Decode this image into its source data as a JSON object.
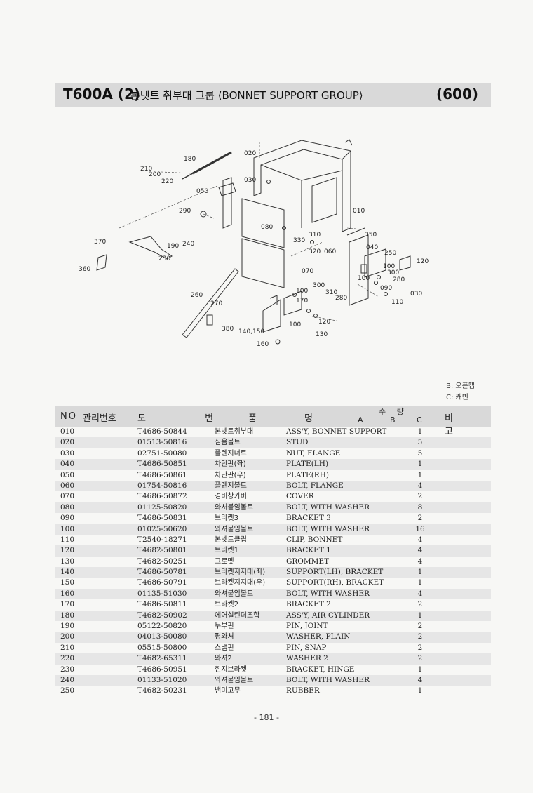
{
  "header": {
    "model": "T600A (2)",
    "title_ko": "본넷트 취부대 그룹  ⟨BONNET SUPPORT GROUP⟩",
    "code": "(600)"
  },
  "diagram": {
    "callouts": [
      {
        "id": "c010",
        "text": "010"
      },
      {
        "id": "c020",
        "text": "020"
      },
      {
        "id": "c030",
        "text": "030"
      },
      {
        "id": "c040",
        "text": "040"
      },
      {
        "id": "c050",
        "text": "050"
      },
      {
        "id": "c060",
        "text": "060"
      },
      {
        "id": "c070",
        "text": "070"
      },
      {
        "id": "c080",
        "text": "080"
      },
      {
        "id": "c090",
        "text": "090"
      },
      {
        "id": "c100a",
        "text": "100"
      },
      {
        "id": "c100b",
        "text": "100"
      },
      {
        "id": "c100c",
        "text": "100"
      },
      {
        "id": "c100d",
        "text": "100"
      },
      {
        "id": "c110",
        "text": "110"
      },
      {
        "id": "c120a",
        "text": "120"
      },
      {
        "id": "c120b",
        "text": "120"
      },
      {
        "id": "c130",
        "text": "130"
      },
      {
        "id": "c140",
        "text": "140,150"
      },
      {
        "id": "c160",
        "text": "160"
      },
      {
        "id": "c170",
        "text": "170"
      },
      {
        "id": "c180",
        "text": "180"
      },
      {
        "id": "c190",
        "text": "190"
      },
      {
        "id": "c200",
        "text": "200"
      },
      {
        "id": "c210",
        "text": "210"
      },
      {
        "id": "c220",
        "text": "220"
      },
      {
        "id": "c230",
        "text": "230"
      },
      {
        "id": "c240",
        "text": "240"
      },
      {
        "id": "c250",
        "text": "250"
      },
      {
        "id": "c260",
        "text": "260"
      },
      {
        "id": "c270",
        "text": "270"
      },
      {
        "id": "c280a",
        "text": "280"
      },
      {
        "id": "c280b",
        "text": "280"
      },
      {
        "id": "c290",
        "text": "290"
      },
      {
        "id": "c300a",
        "text": "300"
      },
      {
        "id": "c300b",
        "text": "300"
      },
      {
        "id": "c310a",
        "text": "310"
      },
      {
        "id": "c310b",
        "text": "310"
      },
      {
        "id": "c320",
        "text": "320"
      },
      {
        "id": "c330",
        "text": "330"
      },
      {
        "id": "c350",
        "text": "350"
      },
      {
        "id": "c360",
        "text": "360"
      },
      {
        "id": "c370",
        "text": "370"
      },
      {
        "id": "c380",
        "text": "380"
      },
      {
        "id": "c030b",
        "text": "030"
      }
    ]
  },
  "legend": {
    "b": "B: 오픈캡",
    "c": "C: 캐빈"
  },
  "table": {
    "headers": {
      "no": "NO",
      "mgmt_no": "관리번호",
      "drawing_no": "도 번",
      "name_1": "품",
      "name_2": "명",
      "qty": "수 량",
      "qty_a": "A",
      "qty_b": "B",
      "qty_c": "C",
      "note": "비 고"
    },
    "rows": [
      {
        "no": "010",
        "part": "T4686-50844",
        "ko": "본넷트취부대",
        "en": "ASS'Y, BONNET SUPPORT",
        "qty": "1"
      },
      {
        "no": "020",
        "part": "01513-50816",
        "ko": "심음볼트",
        "en": "STUD",
        "qty": "5"
      },
      {
        "no": "030",
        "part": "02751-50080",
        "ko": "플렌지너트",
        "en": "NUT, FLANGE",
        "qty": "5"
      },
      {
        "no": "040",
        "part": "T4686-50851",
        "ko": "차단판(좌)",
        "en": "PLATE(LH)",
        "qty": "1"
      },
      {
        "no": "050",
        "part": "T4686-50861",
        "ko": "차단판(우)",
        "en": "PLATE(RH)",
        "qty": "1"
      },
      {
        "no": "060",
        "part": "01754-50816",
        "ko": "플렌지볼트",
        "en": "BOLT, FLANGE",
        "qty": "4"
      },
      {
        "no": "070",
        "part": "T4686-50872",
        "ko": "경비창카버",
        "en": "COVER",
        "qty": "2"
      },
      {
        "no": "080",
        "part": "01125-50820",
        "ko": "와셔붙임볼트",
        "en": "BOLT, WITH WASHER",
        "qty": "8"
      },
      {
        "no": "090",
        "part": "T4686-50831",
        "ko": "브라켓3",
        "en": "BRACKET 3",
        "qty": "2"
      },
      {
        "no": "100",
        "part": "01025-50620",
        "ko": "와셔붙임볼트",
        "en": "BOLT, WITH WASHER",
        "qty": "16"
      },
      {
        "no": "110",
        "part": "T2540-18271",
        "ko": "본넷트클립",
        "en": "CLIP, BONNET",
        "qty": "4"
      },
      {
        "no": "120",
        "part": "T4682-50801",
        "ko": "브라켓1",
        "en": "BRACKET 1",
        "qty": "4"
      },
      {
        "no": "130",
        "part": "T4682-50251",
        "ko": "그로멧",
        "en": "GROMMET",
        "qty": "4"
      },
      {
        "no": "140",
        "part": "T4686-50781",
        "ko": "브라켓지지대(좌)",
        "en": "SUPPORT(LH), BRACKET",
        "qty": "1"
      },
      {
        "no": "150",
        "part": "T4686-50791",
        "ko": "브라켓지지대(우)",
        "en": "SUPPORT(RH), BRACKET",
        "qty": "1"
      },
      {
        "no": "160",
        "part": "01135-51030",
        "ko": "와셔붙임볼트",
        "en": "BOLT, WITH WASHER",
        "qty": "4"
      },
      {
        "no": "170",
        "part": "T4686-50811",
        "ko": "브라켓2",
        "en": "BRACKET 2",
        "qty": "2"
      },
      {
        "no": "180",
        "part": "T4682-50902",
        "ko": "에어실린더조합",
        "en": "ASS'Y, AIR CYLINDER",
        "qty": "1"
      },
      {
        "no": "190",
        "part": "05122-50820",
        "ko": "누부핀",
        "en": "PIN, JOINT",
        "qty": "2"
      },
      {
        "no": "200",
        "part": "04013-50080",
        "ko": "평와셔",
        "en": "WASHER, PLAIN",
        "qty": "2"
      },
      {
        "no": "210",
        "part": "05515-50800",
        "ko": "스냅핀",
        "en": "PIN, SNAP",
        "qty": "2"
      },
      {
        "no": "220",
        "part": "T4682-65311",
        "ko": "와셔2",
        "en": "WASHER 2",
        "qty": "2"
      },
      {
        "no": "230",
        "part": "T4686-50951",
        "ko": "힌지브라켓",
        "en": "BRACKET, HINGE",
        "qty": "1"
      },
      {
        "no": "240",
        "part": "01133-51020",
        "ko": "와셔붙임볼트",
        "en": "BOLT, WITH WASHER",
        "qty": "4"
      },
      {
        "no": "250",
        "part": "T4682-50231",
        "ko": "뱀미고무",
        "en": "RUBBER",
        "qty": "1"
      }
    ]
  },
  "footer": {
    "page": "- 181 -"
  }
}
